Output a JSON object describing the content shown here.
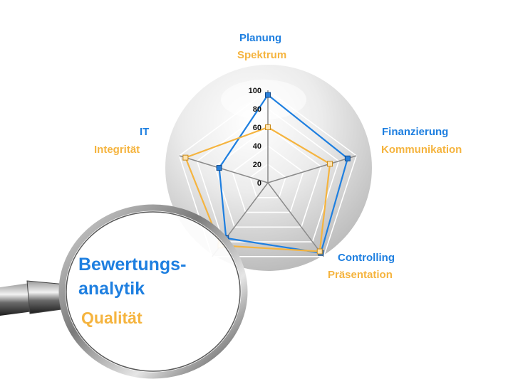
{
  "chart_data": {
    "type": "radar",
    "scale": {
      "min": 0,
      "max": 100,
      "ticks": [
        0,
        20,
        40,
        60,
        80,
        100
      ]
    },
    "axes": [
      {
        "blue": "Planung",
        "orange": "Spektrum"
      },
      {
        "blue": "Finanzierung",
        "orange": "Kommunikation"
      },
      {
        "blue": "Controlling",
        "orange": "Präsentation"
      },
      {
        "blue": "",
        "orange": ""
      },
      {
        "blue": "IT",
        "orange": "Integrität"
      }
    ],
    "series": [
      {
        "color": "#1e7fe0",
        "values": [
          95,
          90,
          95,
          75,
          55
        ]
      },
      {
        "color": "#f5b43f",
        "values": [
          60,
          70,
          93,
          85,
          93
        ]
      }
    ]
  },
  "lens": {
    "title_line1": "Bewertungs-",
    "title_line2": "analytik",
    "subtitle": "Qualität"
  },
  "colors": {
    "blue": "#1e7fe0",
    "orange": "#f5b43f"
  }
}
